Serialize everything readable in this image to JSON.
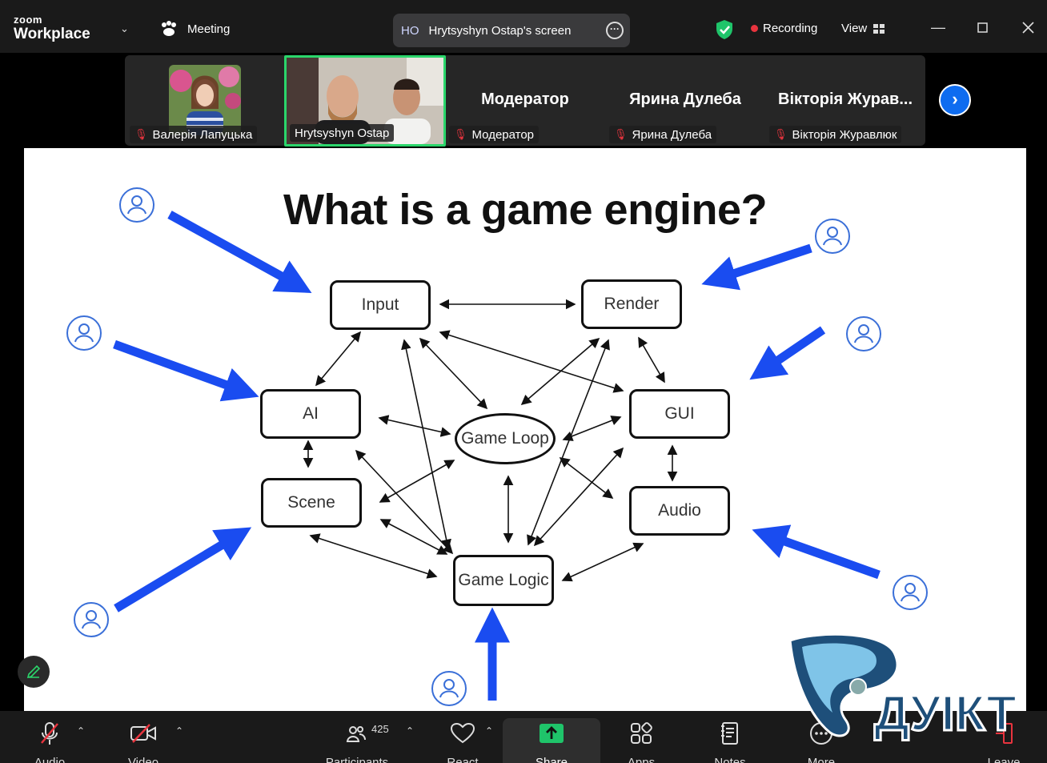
{
  "app": {
    "brand_line1": "zoom",
    "brand_line2": "Workplace",
    "meeting_label": "Meeting"
  },
  "screen_share": {
    "initials": "HO",
    "label": "Hrytsyshyn Ostap's screen"
  },
  "status": {
    "recording": "Recording",
    "view": "View"
  },
  "participants": [
    {
      "name": "Валерія Лапуцька",
      "big": ""
    },
    {
      "name": "Hrytsyshyn Ostap",
      "big": ""
    },
    {
      "name": "Модератор",
      "big": "Модератор"
    },
    {
      "name": "Ярина Дулеба",
      "big": "Ярина Дулеба"
    },
    {
      "name": "Вікторія Журавлюк",
      "big": "Вікторія Журав..."
    }
  ],
  "slide": {
    "title": "What is a game engine?",
    "nodes": {
      "input": "Input",
      "render": "Render",
      "ai": "AI",
      "gui": "GUI",
      "game_loop": "Game Loop",
      "scene": "Scene",
      "audio": "Audio",
      "game_logic": "Game Logic"
    }
  },
  "logo_text": "ДУІКТ",
  "toolbar": {
    "audio": "Audio",
    "video": "Video",
    "participants": "Participants",
    "participants_count": "425",
    "react": "React",
    "share": "Share",
    "apps": "Apps",
    "notes": "Notes",
    "more": "More",
    "leave": "Leave"
  },
  "colors": {
    "accent_blue": "#1a4cf0",
    "active_green": "#2bd66b",
    "record_red": "#e8343e",
    "share_green": "#1fc46a"
  }
}
